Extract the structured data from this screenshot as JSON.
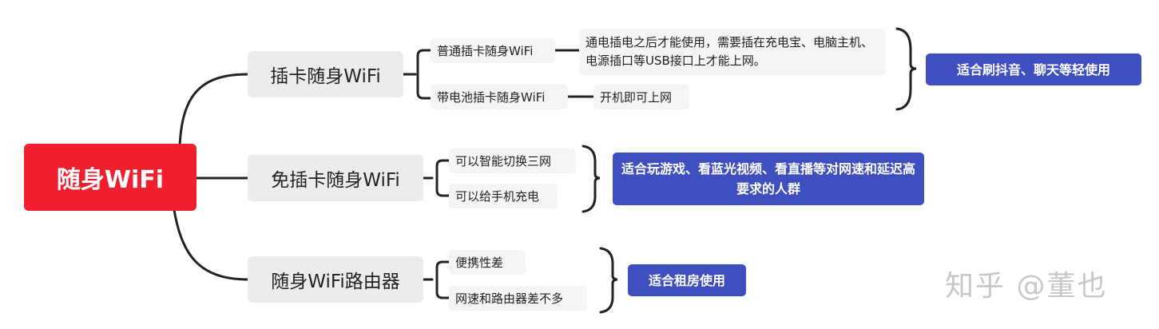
{
  "root": {
    "label": "随身WiFi"
  },
  "branches": [
    {
      "label": "插卡随身WiFi",
      "sub": [
        {
          "label": "普通插卡随身WiFi",
          "desc": "通电插电之后才能使用，需要插在充电宝、电脑主机、电源插口等USB接口上才能上网。"
        },
        {
          "label": "带电池插卡随身WiFi",
          "desc": "开机即可上网"
        }
      ],
      "summary": "适合刷抖音、聊天等轻使用"
    },
    {
      "label": "免插卡随身WiFi",
      "items": [
        "可以智能切换三网",
        "可以给手机充电"
      ],
      "summary": "适合玩游戏、看蓝光视频、看直播等对网速和延迟高要求的人群"
    },
    {
      "label": "随身WiFi路由器",
      "items": [
        "便携性差",
        "网速和路由器差不多"
      ],
      "summary": "适合租房使用"
    }
  ],
  "watermark": "知乎 @董也",
  "colors": {
    "root": "#ef1f2d",
    "summary": "#3f4fbf",
    "branch_bg": "#ececec",
    "leaf_bg": "#f5f5f5",
    "line": "#222222"
  }
}
